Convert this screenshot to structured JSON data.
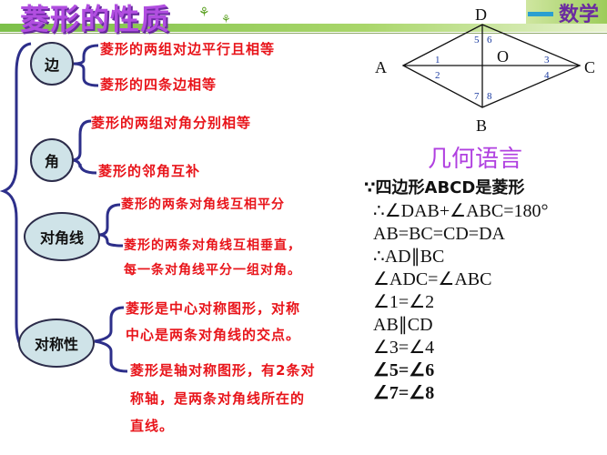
{
  "title": "菱形的性质",
  "logo_text": "数学",
  "colors": {
    "title": "#b14ee0",
    "text": "#e8141a",
    "oval": "#cfe3e8",
    "brace": "#2d2f8a",
    "geo_title": "#b040e0"
  },
  "nodes": [
    {
      "label": "边",
      "items": [
        "菱形的两组对边平行且相等",
        "菱形的四条边相等"
      ]
    },
    {
      "label": "角",
      "items": [
        "菱形的两组对角分别相等",
        "菱形的邻角互补"
      ]
    },
    {
      "label": "对角线",
      "items": [
        "菱形的两条对角线互相平分",
        "菱形的两条对角线互相垂直，",
        "每一条对角线平分一组对角。"
      ]
    },
    {
      "label": "对称性",
      "items": [
        "菱形是中心对称图形，对称",
        "中心是两条对角线的交点。",
        "菱形是轴对称图形，有2条对",
        "称轴，是两条对角线所在的",
        "直线。"
      ]
    }
  ],
  "figure": {
    "vertices": [
      "A",
      "B",
      "C",
      "D"
    ],
    "center": "O",
    "angles": [
      "1",
      "2",
      "3",
      "4",
      "5",
      "6",
      "7",
      "8"
    ]
  },
  "geo": {
    "title": "几何语言",
    "given": "∵四边形ABCD是菱形",
    "lines": [
      "∴∠DAB+∠ABC=180°",
      "AB=BC=CD=DA",
      "∴AD∥BC",
      "∠ADC=∠ABC",
      "∠1=∠2",
      "AB∥CD",
      "∠3=∠4",
      "∠5=∠6",
      "∠7=∠8"
    ]
  }
}
